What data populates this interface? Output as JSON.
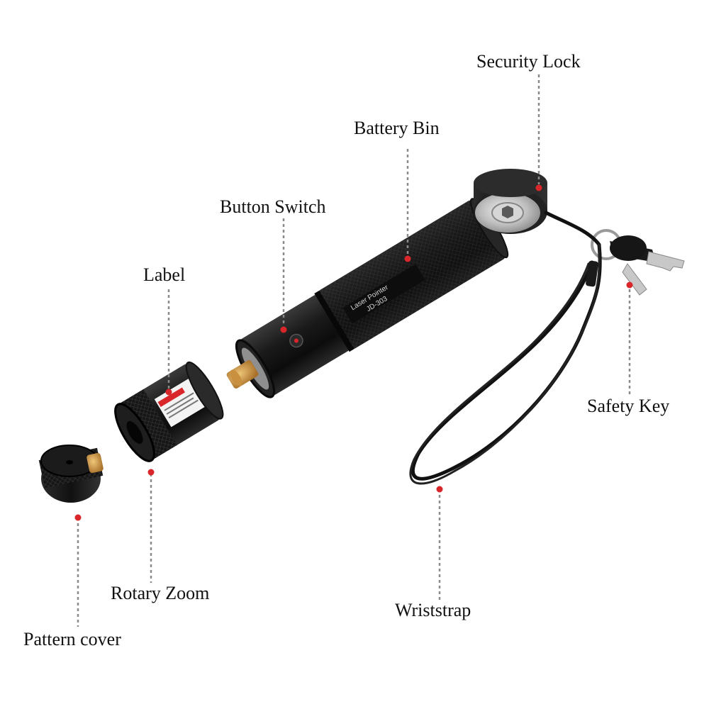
{
  "labels": {
    "security_lock": "Security Lock",
    "battery_bin": "Battery Bin",
    "button_switch": "Button Switch",
    "label": "Label",
    "safety_key": "Safety Key",
    "wriststrap": "Wriststrap",
    "rotary_zoom": "Rotary Zoom",
    "pattern_cover": "Pattern cover"
  },
  "body_print": {
    "line1": "Laser Pointer",
    "line2": "JD-303"
  },
  "colors": {
    "leader_line": "#8a8a8a",
    "dot": "#d9262a",
    "metal_dark": "#1c1c1c",
    "brass": "#c9913f",
    "steel": "#c8c8c8"
  }
}
